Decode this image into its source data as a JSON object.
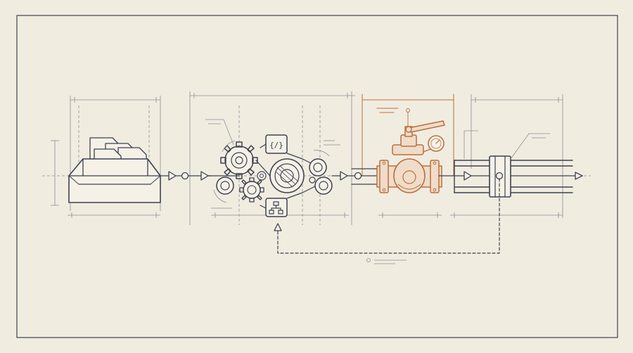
{
  "colors": {
    "paper": "#f1ece0",
    "ink": "#3c4250",
    "construction_line": "#8b8f96",
    "copper": "#b8703f",
    "copper_fill": "#f0dcc8"
  },
  "icons": {
    "code_block": "{/}",
    "hierarchy": "hierarchy-icon"
  },
  "stages": [
    "inbox-tray",
    "gear-processing",
    "valve",
    "pipe-coupling"
  ],
  "feedback_loop": "dashed"
}
